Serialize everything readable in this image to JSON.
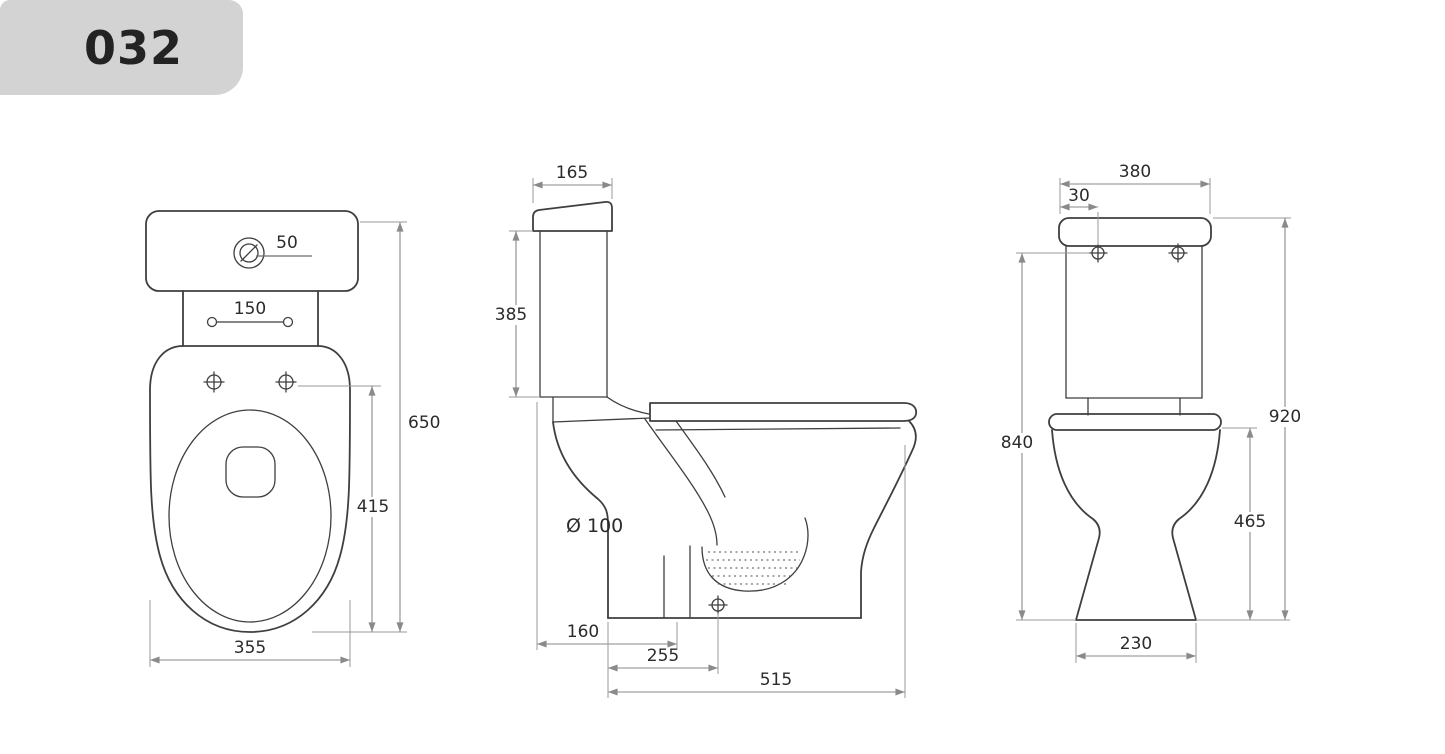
{
  "drawing_number": "032",
  "colors": {
    "background": "#ffffff",
    "outline": "#3f3f3f",
    "dimension_lines": "#8a8a8a",
    "badge_background": "#d3d3d3",
    "text": "#2b2b2b"
  },
  "top_view": {
    "dims": {
      "flush_button": "50",
      "hinge_spacing": "150",
      "total_length": "650",
      "bowl_length": "415",
      "width": "355"
    }
  },
  "side_view": {
    "dims": {
      "tank_depth": "165",
      "tank_height": "385",
      "outlet_diameter": "Ø 100",
      "outlet_setout": "160",
      "fixing_setout": "255",
      "total_depth": "515"
    }
  },
  "front_view": {
    "dims": {
      "tank_width": "380",
      "bolt_inset": "30",
      "height_to_tank": "840",
      "total_height": "920",
      "bowl_height": "465",
      "base_width": "230"
    }
  }
}
